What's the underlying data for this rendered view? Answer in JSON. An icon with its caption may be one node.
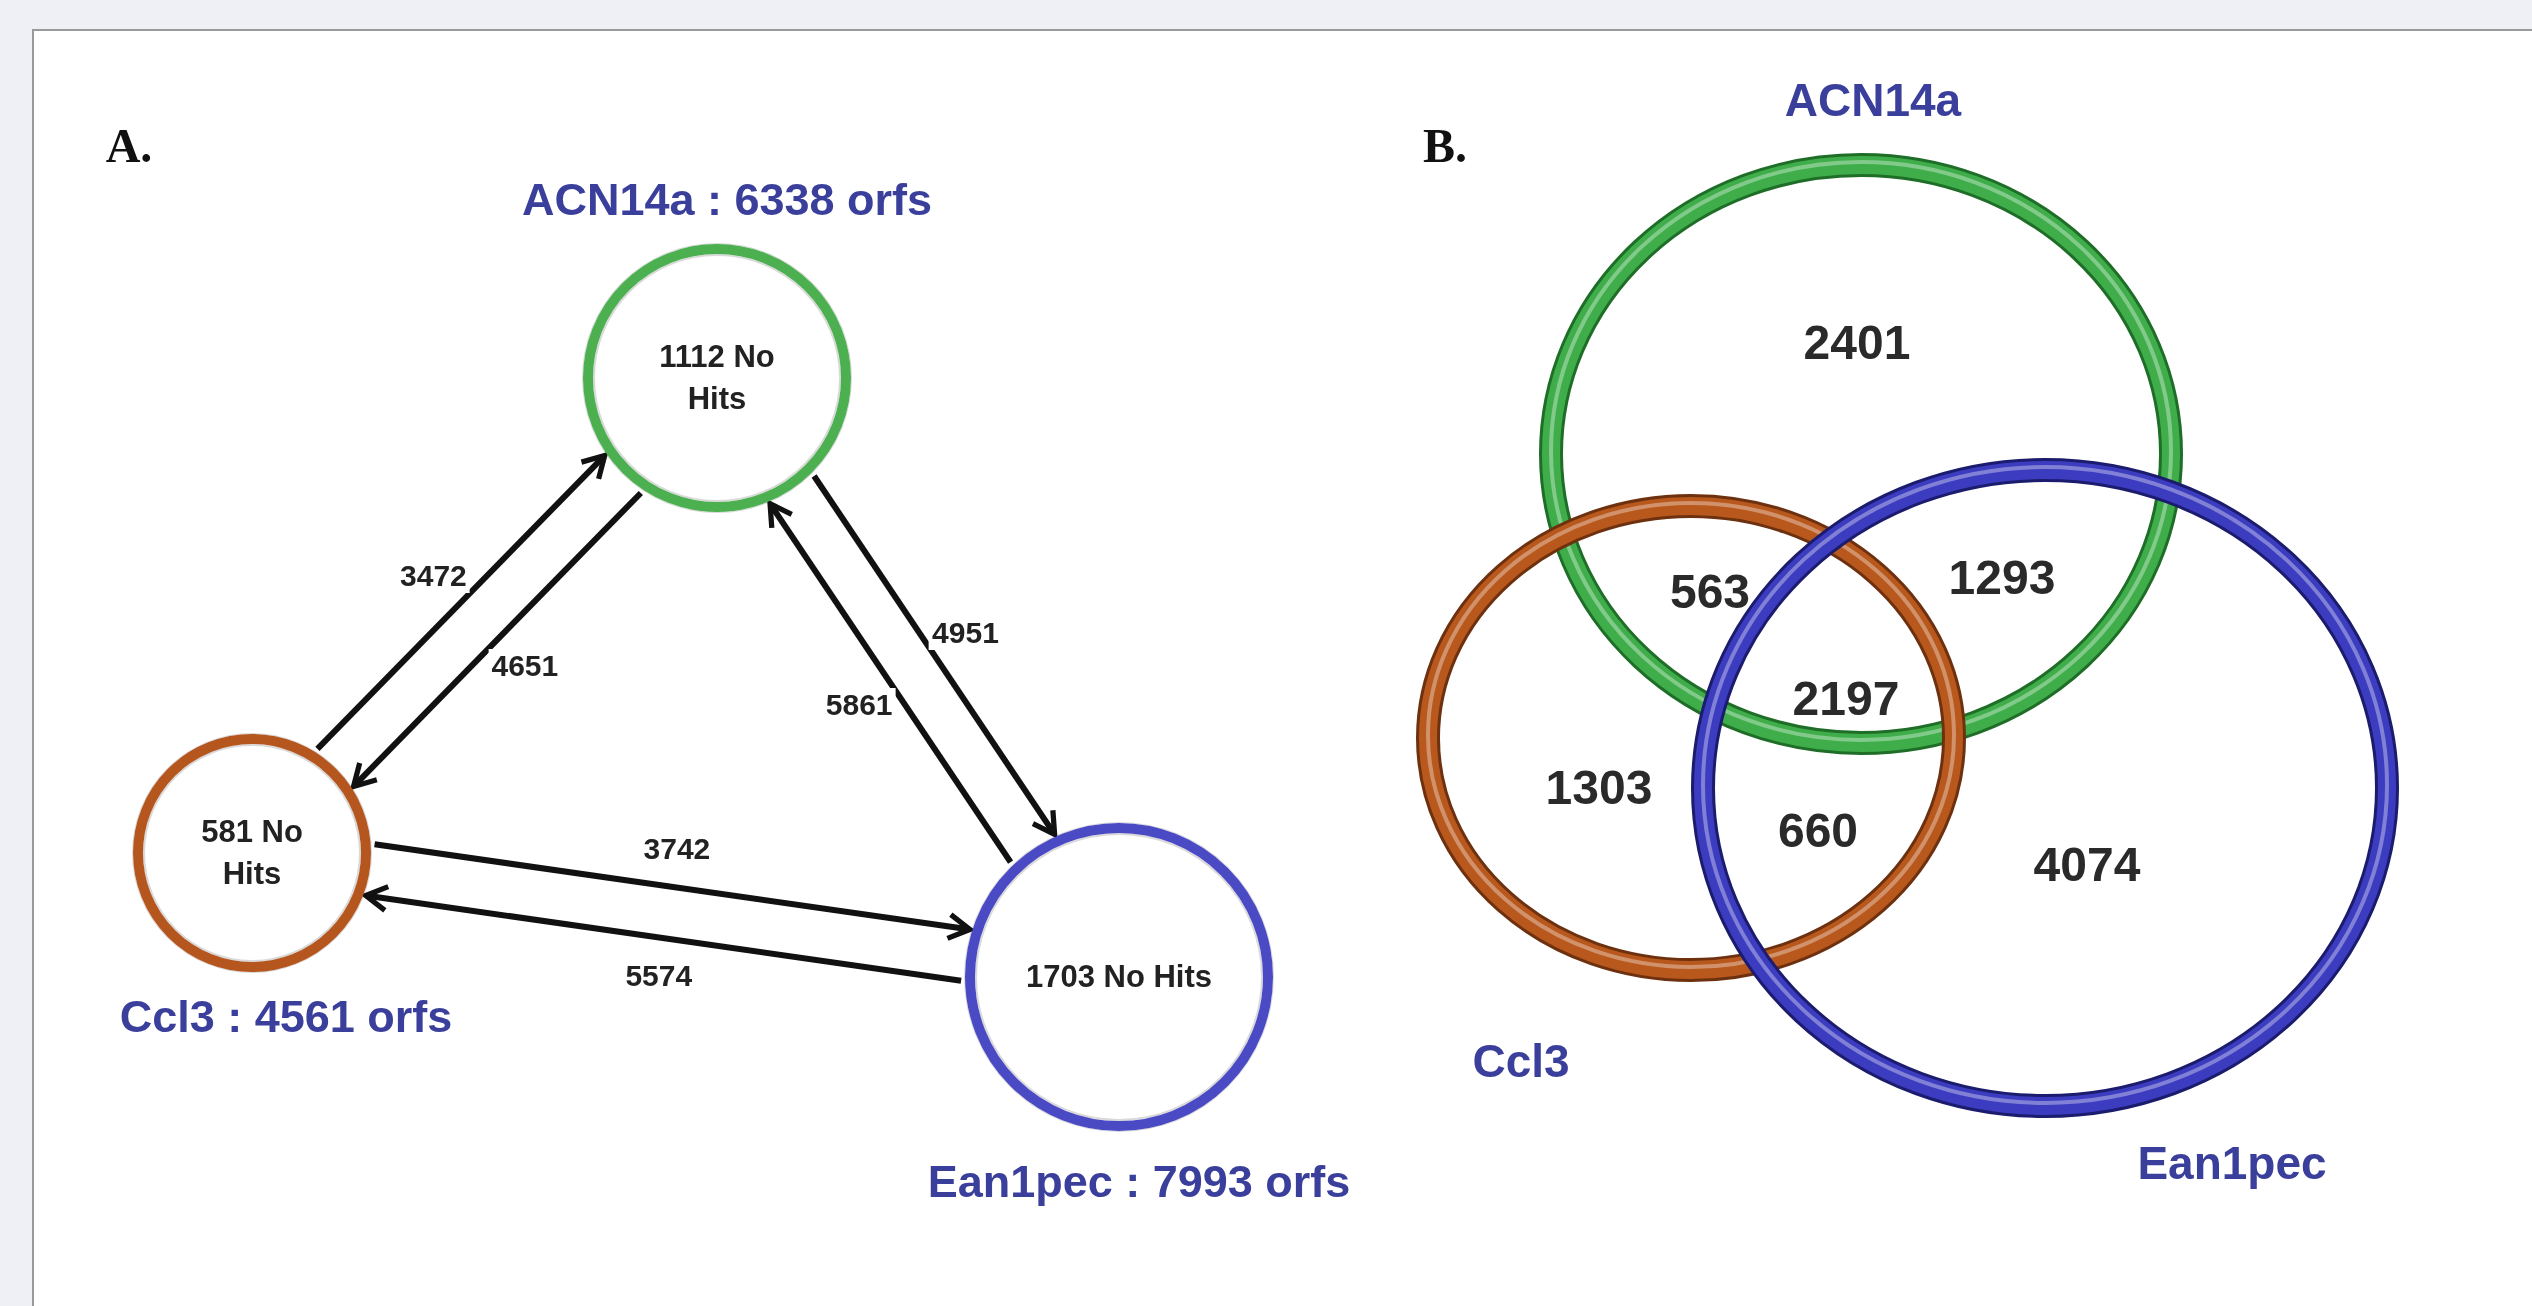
{
  "diagram": {
    "nodes": [
      {
        "text": [
          "1112 No Hits"
        ],
        "beside": [
          "ACN14a : 6338 orfs"
        ]
      },
      {
        "text": [
          "581 No Hits"
        ],
        "beside": [
          "Ccl3 : 4561 orfs"
        ]
      },
      {
        "text": [
          "1703 No Hits"
        ],
        "beside": [
          "Ean1pec : 7993 orfs"
        ]
      },
      {
        "text": [
          "ACN14a"
        ]
      },
      {
        "text": [
          "Ccl3"
        ]
      },
      {
        "text": [
          "Ean1pec"
        ]
      }
    ],
    "edges": [
      {
        "from": 1,
        "to": 0,
        "arrow": "to",
        "label": "3472"
      },
      {
        "from": 0,
        "to": 1,
        "arrow": "to",
        "label": "4651"
      },
      {
        "from": 0,
        "to": 2,
        "arrow": "to",
        "label": "4951"
      },
      {
        "from": 2,
        "to": 0,
        "arrow": "to",
        "label": "5861"
      },
      {
        "from": 1,
        "to": 2,
        "arrow": "to",
        "label": "3742"
      },
      {
        "from": 2,
        "to": 1,
        "arrow": "to",
        "label": "5574"
      }
    ],
    "labels": [
      "A.",
      "B.",
      "2401",
      "563",
      "1293",
      "2197",
      "1303",
      "660",
      "4074"
    ]
  }
}
